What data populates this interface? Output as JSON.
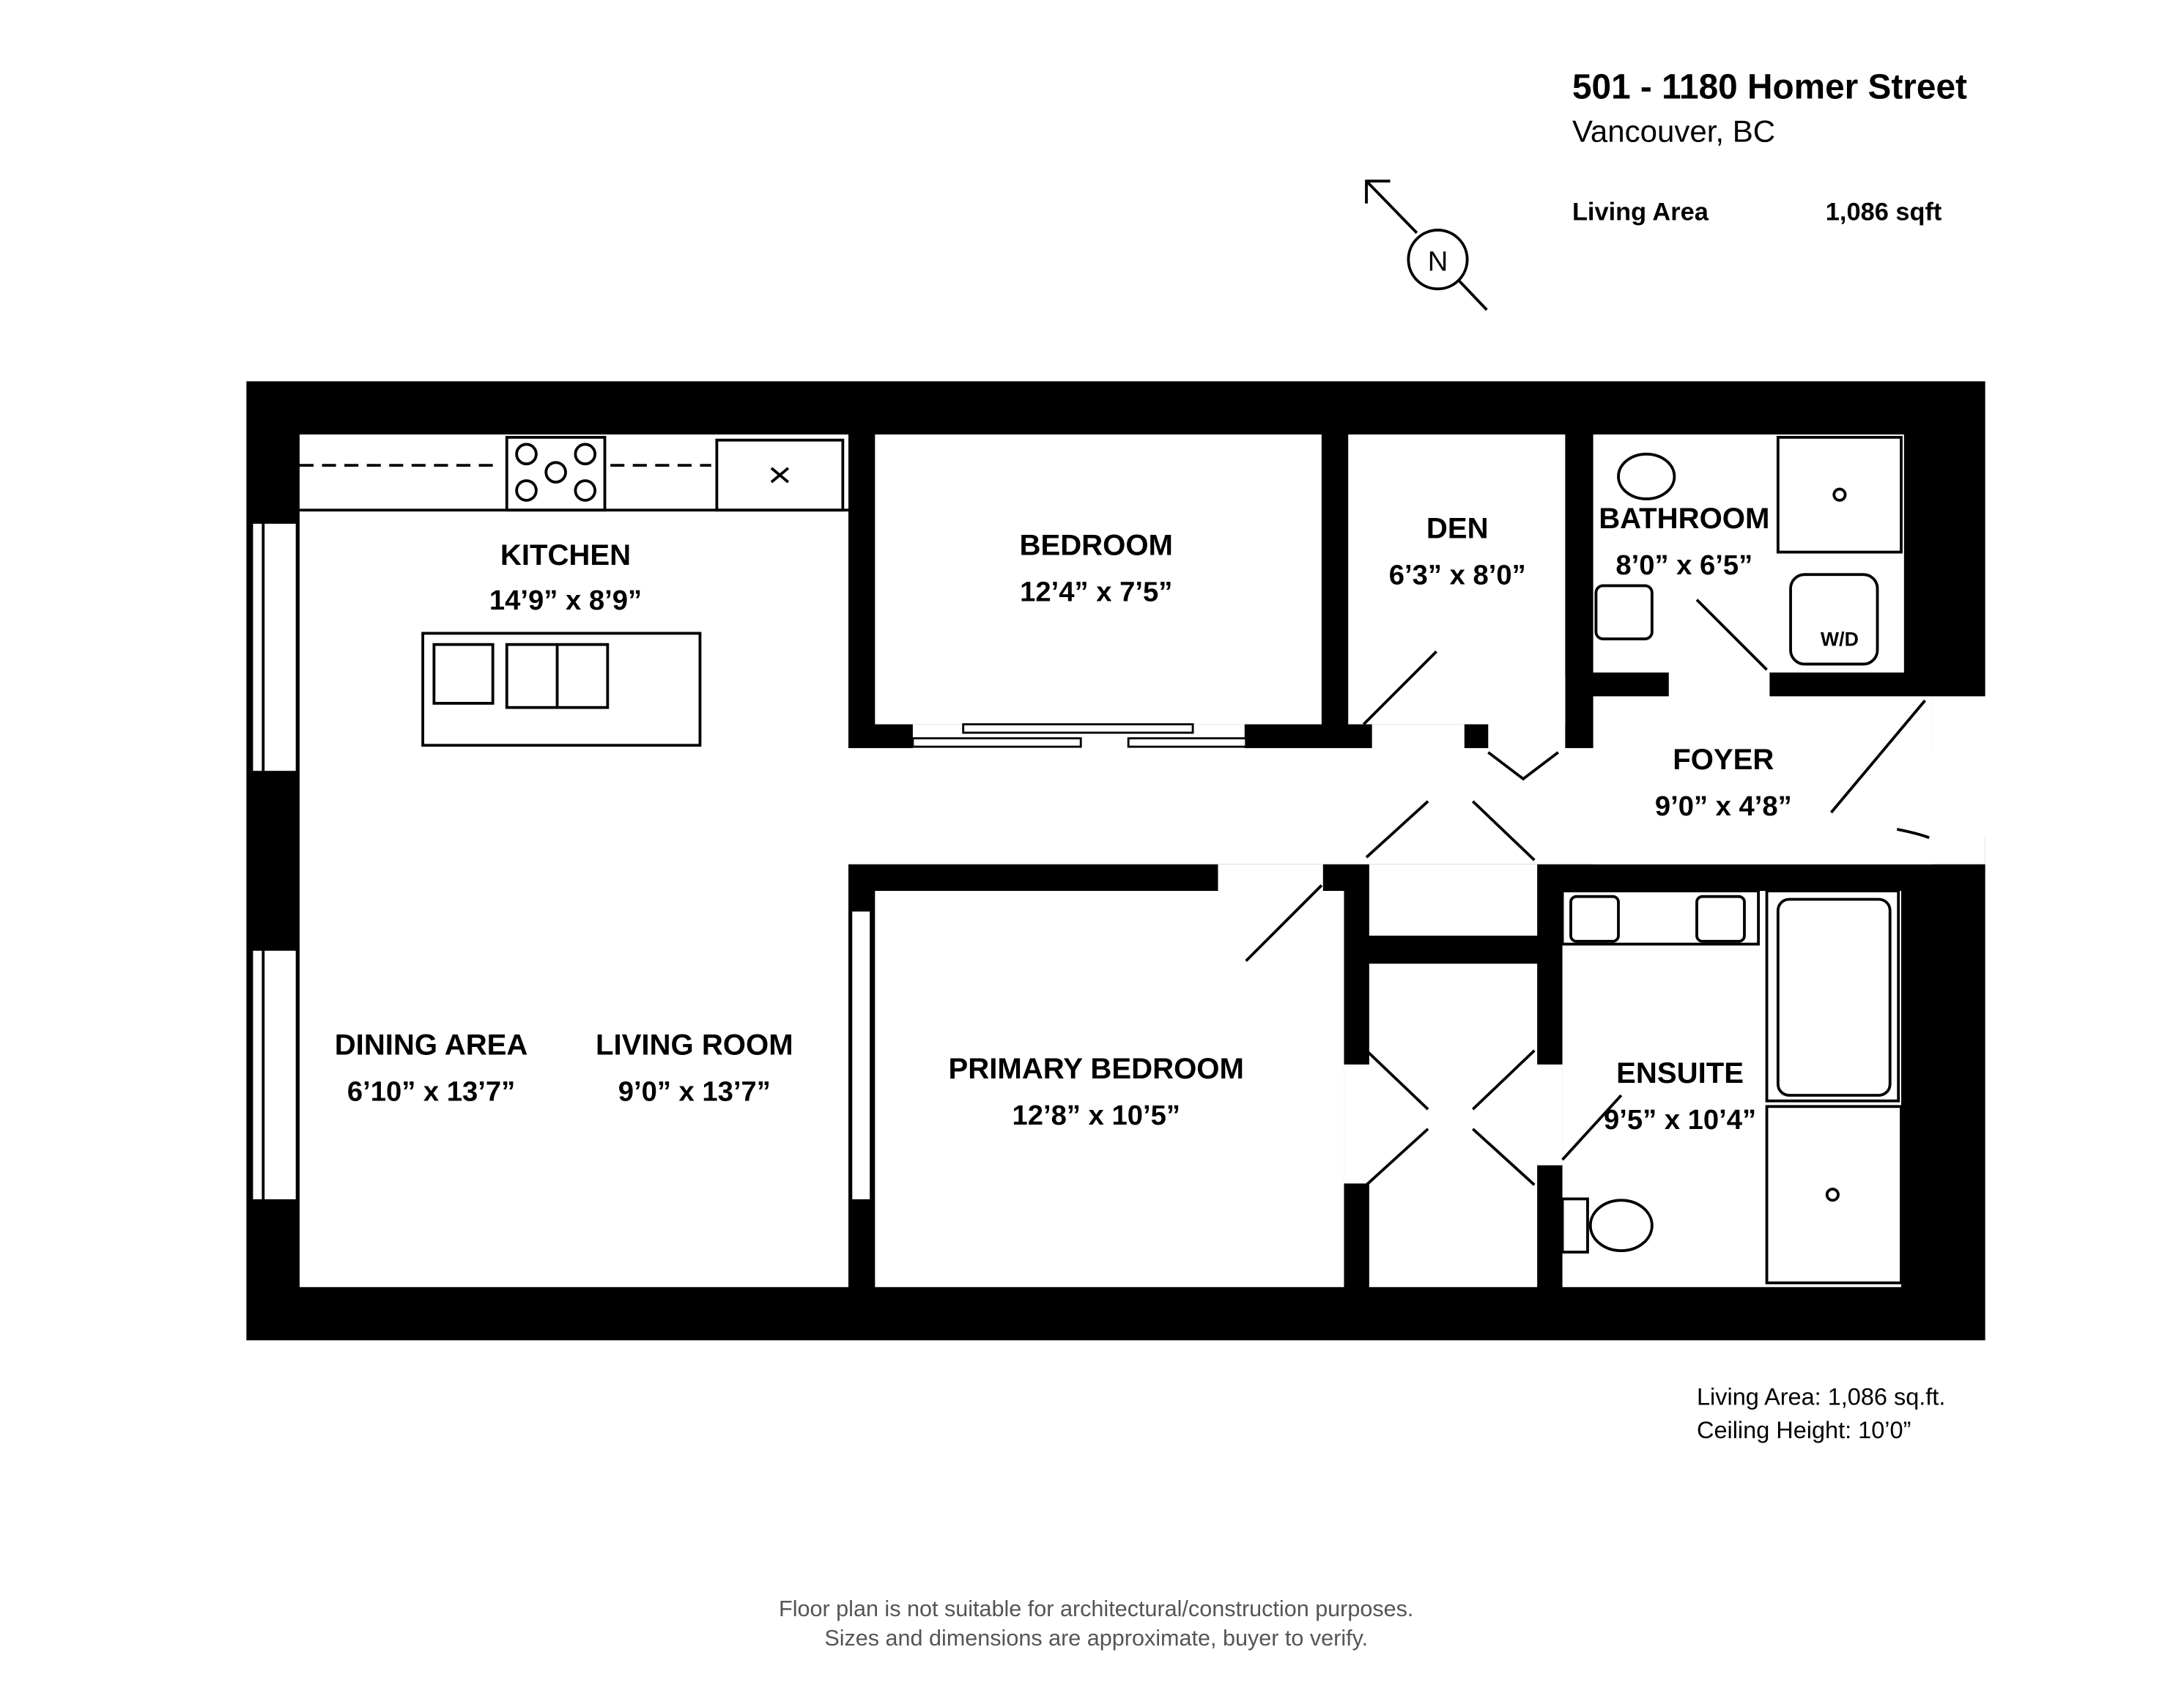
{
  "header": {
    "address": "501 - 1180 Homer Street",
    "city": "Vancouver, BC",
    "living_area_label": "Living Area",
    "living_area_value": "1,086 sqft"
  },
  "compass": {
    "label": "N"
  },
  "rooms": {
    "kitchen": {
      "name": "KITCHEN",
      "dims": "14’9” x 8’9”"
    },
    "bedroom": {
      "name": "BEDROOM",
      "dims": "12’4” x 7’5”"
    },
    "den": {
      "name": "DEN",
      "dims": "6’3” x 8’0”"
    },
    "bathroom": {
      "name": "BATHROOM",
      "dims": "8’0” x 6’5”"
    },
    "foyer": {
      "name": "FOYER",
      "dims": "9’0” x 4’8”"
    },
    "dining": {
      "name": "DINING AREA",
      "dims": "6’10” x 13’7”"
    },
    "living": {
      "name": "LIVING ROOM",
      "dims": "9’0” x 13’7”"
    },
    "primary": {
      "name": "PRIMARY BEDROOM",
      "dims": "12’8” x 10’5”"
    },
    "ensuite": {
      "name": "ENSUITE",
      "dims": "9’5” x 10’4”"
    }
  },
  "fixtures": {
    "washer_dryer": "W/D"
  },
  "summary": {
    "living_area": "Living Area: 1,086 sq.ft.",
    "ceiling_height": "Ceiling Height: 10’0”"
  },
  "disclaimer": {
    "line1": "Floor plan is not suitable for architectural/construction purposes.",
    "line2": "Sizes and dimensions are approximate, buyer to verify."
  }
}
